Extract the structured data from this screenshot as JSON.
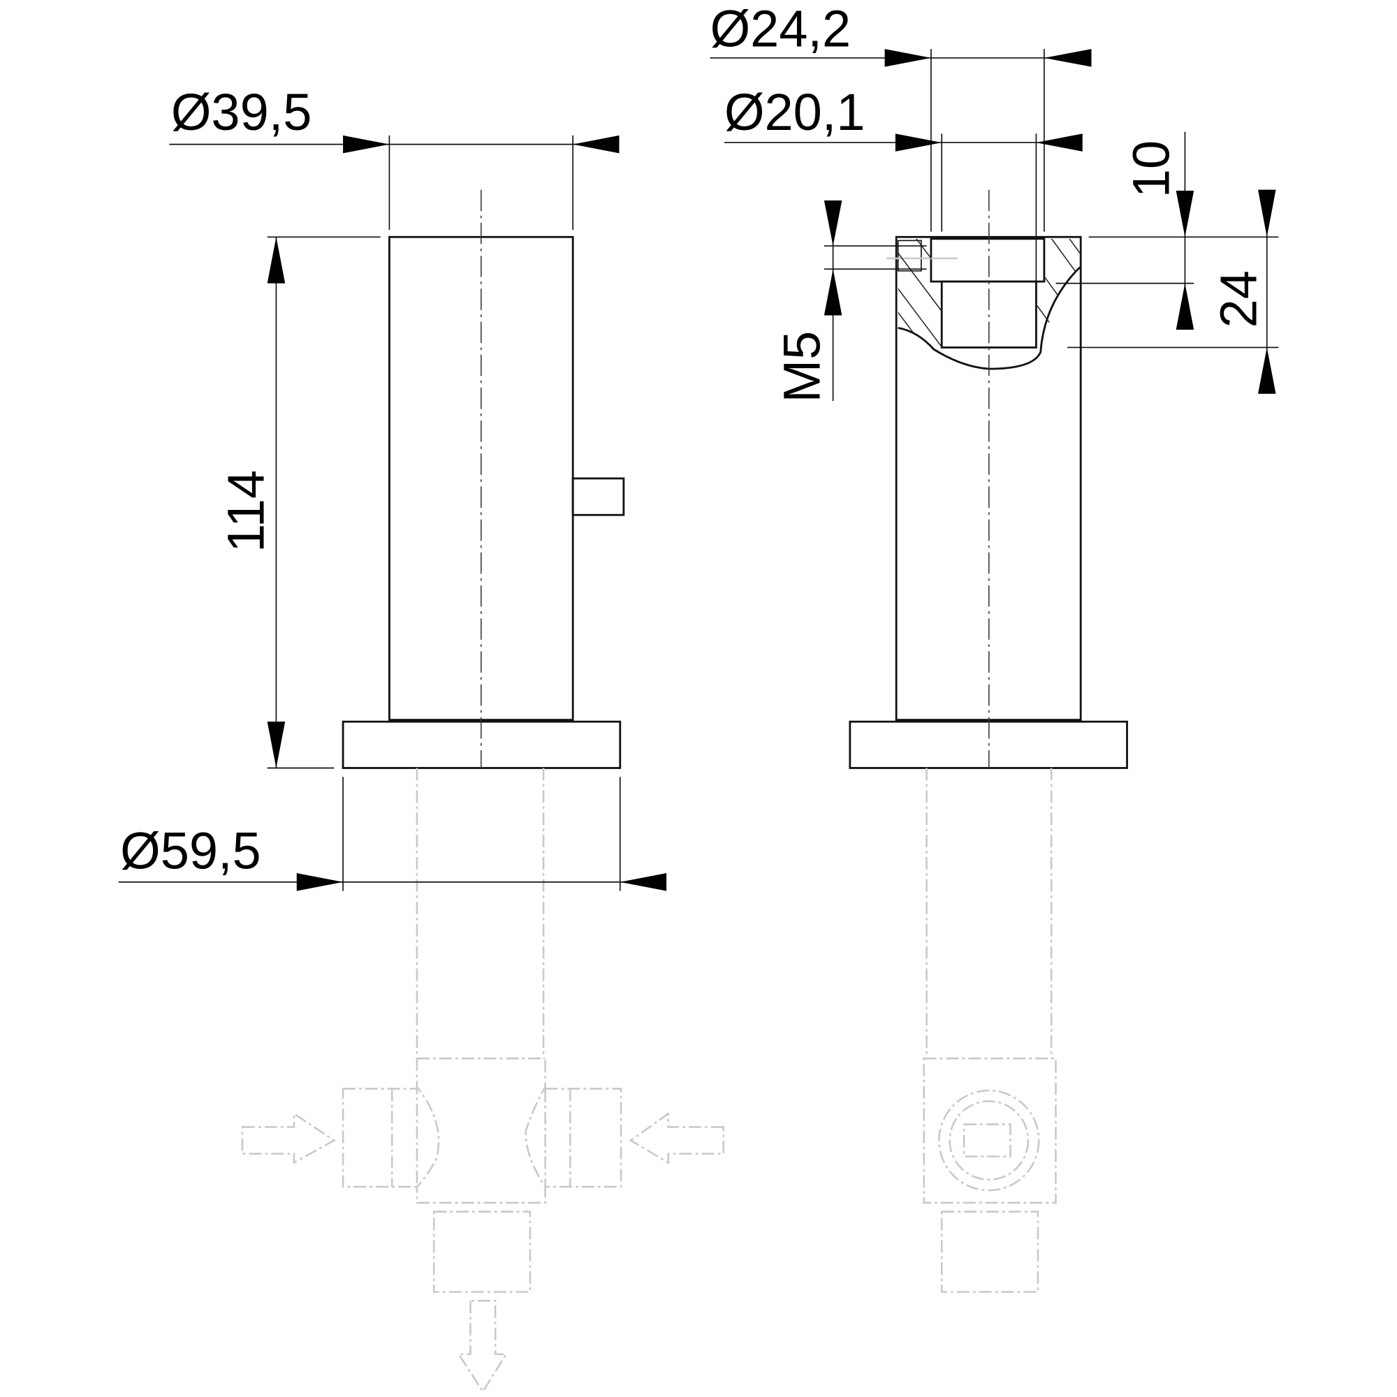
{
  "dimensions": {
    "left_view": {
      "body_diameter": "Ø39,5",
      "height": "114",
      "base_diameter": "Ø59,5"
    },
    "right_view": {
      "outer_bore_diameter": "Ø24,2",
      "inner_bore_diameter": "Ø20,1",
      "thread": "M5",
      "counterbore_depth": "10",
      "bore_depth": "24"
    }
  },
  "colors": {
    "line": "#111111",
    "ghost_line": "#c8c8c8"
  }
}
